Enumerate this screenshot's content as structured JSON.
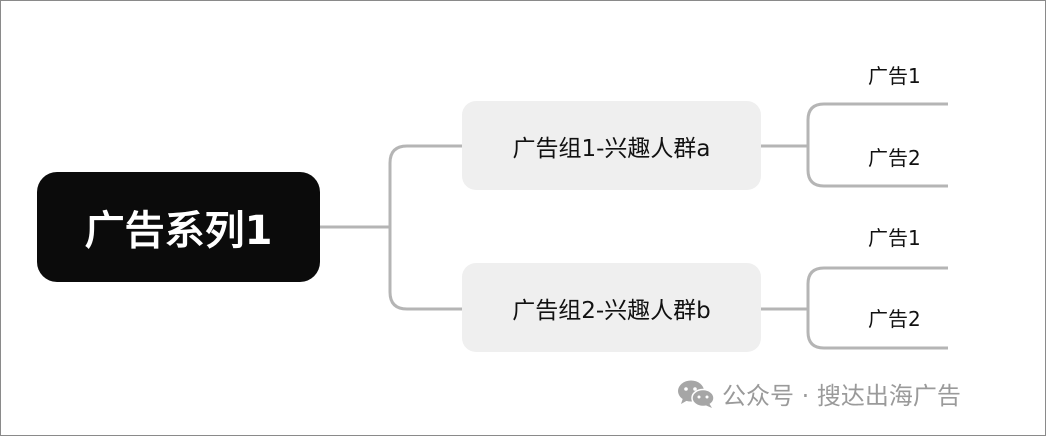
{
  "root": {
    "label": "广告系列1"
  },
  "groups": [
    {
      "label": "广告组1-兴趣人群a",
      "ads": [
        "广告1",
        "广告2"
      ]
    },
    {
      "label": "广告组2-兴趣人群b",
      "ads": [
        "广告1",
        "广告2"
      ]
    }
  ],
  "watermark": {
    "icon": "wechat-icon",
    "text": "公众号 · 搜达出海广告"
  },
  "colors": {
    "root_bg": "#0b0b0b",
    "group_bg": "#efefef",
    "connector": "#b5b5b5"
  }
}
